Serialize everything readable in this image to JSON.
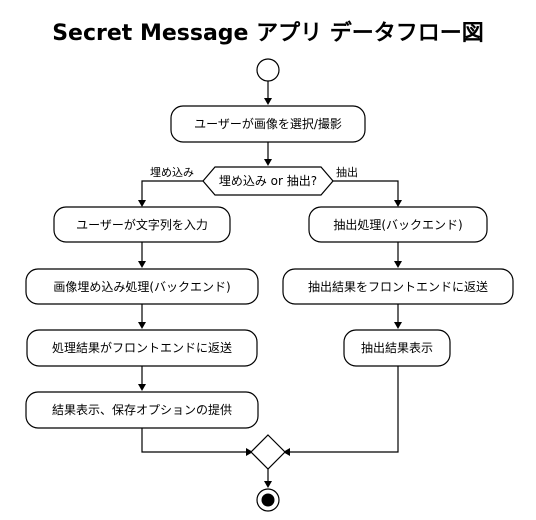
{
  "title": "Secret Message アプリ データフロー図",
  "nodes": {
    "select_image": "ユーザーが画像を選択/撮影",
    "decision": "埋め込み or 抽出?",
    "input_text": "ユーザーが文字列を入力",
    "embed_backend": "画像埋め込み処理(バックエンド)",
    "return_embed": "処理結果がフロントエンドに返送",
    "show_save": "結果表示、保存オプションの提供",
    "extract_backend": "抽出処理(バックエンド)",
    "return_extract": "抽出結果をフロントエンドに返送",
    "show_extract": "抽出結果表示"
  },
  "edge_labels": {
    "embed": "埋め込み",
    "extract": "抽出"
  }
}
